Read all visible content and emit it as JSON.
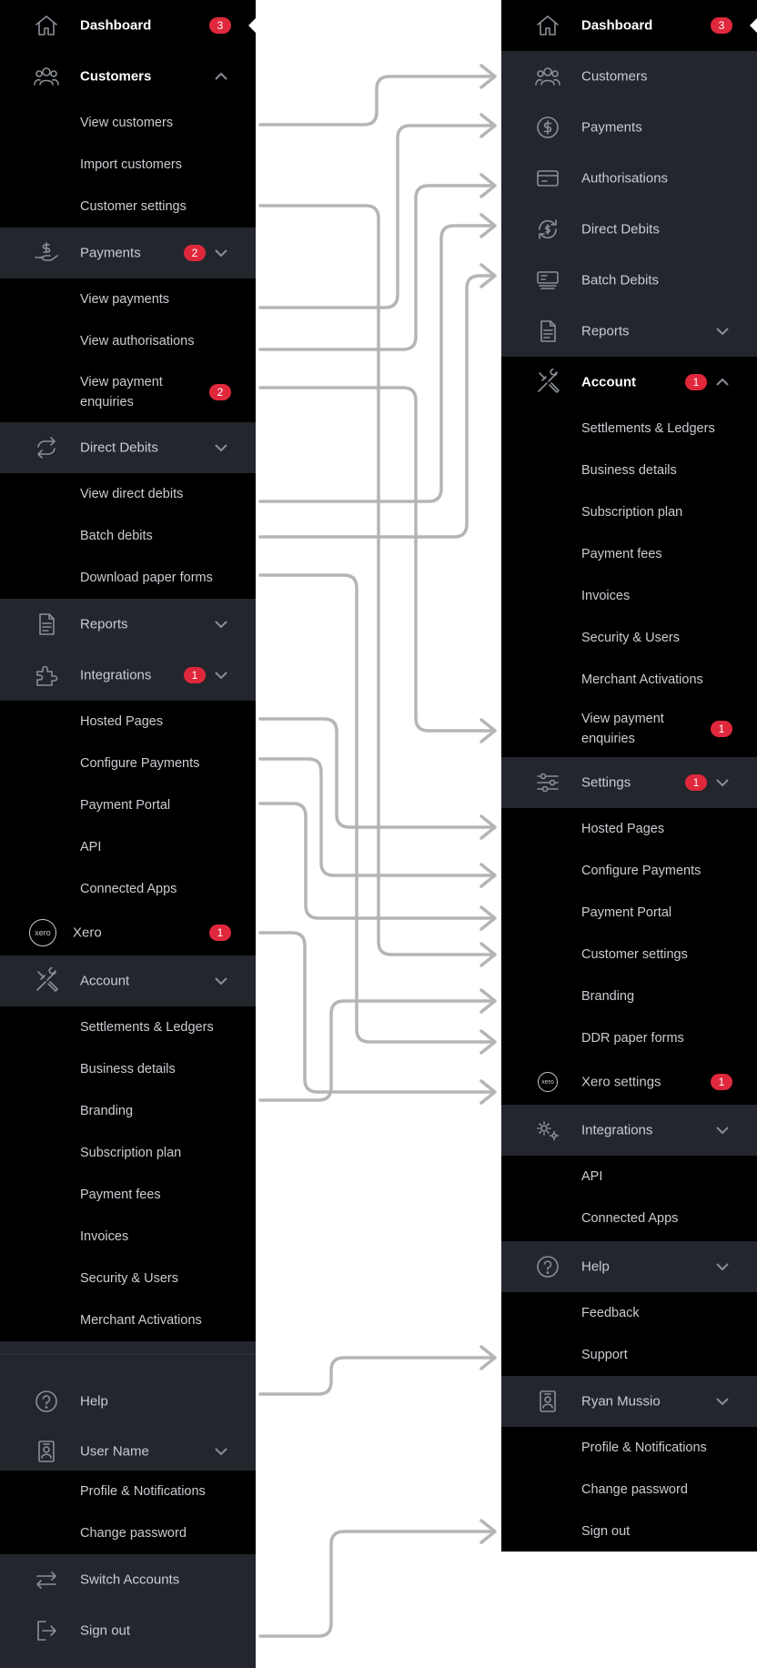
{
  "left_nav": {
    "dashboard": {
      "label": "Dashboard",
      "badge": "3"
    },
    "customers": {
      "label": "Customers"
    },
    "customers_items": [
      {
        "label": "View customers"
      },
      {
        "label": "Import customers"
      },
      {
        "label": "Customer settings"
      }
    ],
    "payments": {
      "label": "Payments",
      "badge": "2"
    },
    "payments_items": [
      {
        "label": "View payments"
      },
      {
        "label": "View authorisations"
      },
      {
        "label": "View payment enquiries",
        "badge": "2"
      }
    ],
    "direct_debits": {
      "label": "Direct Debits"
    },
    "direct_debits_items": [
      {
        "label": "View direct debits"
      },
      {
        "label": "Batch debits"
      },
      {
        "label": "Download paper forms"
      }
    ],
    "reports": {
      "label": "Reports"
    },
    "integrations": {
      "label": "Integrations",
      "badge": "1"
    },
    "integrations_items": [
      {
        "label": "Hosted Pages"
      },
      {
        "label": "Configure Payments"
      },
      {
        "label": "Payment Portal"
      },
      {
        "label": "API"
      },
      {
        "label": "Connected Apps"
      }
    ],
    "xero": {
      "label": "Xero",
      "badge": "1",
      "logo_text": "xero"
    },
    "account": {
      "label": "Account"
    },
    "account_items": [
      {
        "label": "Settlements & Ledgers"
      },
      {
        "label": "Business details"
      },
      {
        "label": "Branding"
      },
      {
        "label": "Subscription plan"
      },
      {
        "label": "Payment fees"
      },
      {
        "label": "Invoices"
      },
      {
        "label": "Security & Users"
      },
      {
        "label": "Merchant Activations"
      }
    ],
    "help": {
      "label": "Help"
    },
    "user": {
      "label": "User Name"
    },
    "user_items": [
      {
        "label": "Profile & Notifications"
      },
      {
        "label": "Change password"
      }
    ],
    "switch_accounts": {
      "label": "Switch Accounts"
    },
    "sign_out": {
      "label": "Sign out"
    }
  },
  "right_nav": {
    "dashboard": {
      "label": "Dashboard",
      "badge": "3"
    },
    "customers": {
      "label": "Customers"
    },
    "payments": {
      "label": "Payments"
    },
    "authorisations": {
      "label": "Authorisations"
    },
    "direct_debits": {
      "label": "Direct Debits"
    },
    "batch_debits": {
      "label": "Batch Debits"
    },
    "reports": {
      "label": "Reports"
    },
    "account": {
      "label": "Account",
      "badge": "1"
    },
    "account_items": [
      {
        "label": "Settlements & Ledgers"
      },
      {
        "label": "Business details"
      },
      {
        "label": "Subscription plan"
      },
      {
        "label": "Payment fees"
      },
      {
        "label": "Invoices"
      },
      {
        "label": "Security & Users"
      },
      {
        "label": "Merchant Activations"
      },
      {
        "label": "View payment enquiries",
        "badge": "1"
      }
    ],
    "settings": {
      "label": "Settings",
      "badge": "1"
    },
    "settings_items": [
      {
        "label": "Hosted Pages"
      },
      {
        "label": "Configure Payments"
      },
      {
        "label": "Payment Portal"
      },
      {
        "label": "Customer settings"
      },
      {
        "label": "Branding"
      },
      {
        "label": "DDR paper forms"
      }
    ],
    "xero_settings": {
      "label": "Xero settings",
      "badge": "1",
      "logo_text": "xero"
    },
    "integrations": {
      "label": "Integrations"
    },
    "integrations_items": [
      {
        "label": "API"
      },
      {
        "label": "Connected Apps"
      }
    ],
    "help": {
      "label": "Help"
    },
    "help_items": [
      {
        "label": "Feedback"
      },
      {
        "label": "Support"
      }
    ],
    "user": {
      "label": "Ryan Mussio"
    },
    "user_items": [
      {
        "label": "Profile & Notifications"
      },
      {
        "label": "Change password"
      },
      {
        "label": "Sign out"
      }
    ]
  },
  "colors": {
    "nav_background": "#000000",
    "section_background": "#23262c",
    "badge": "#e0283c",
    "arrow": "#b5b5b5"
  }
}
